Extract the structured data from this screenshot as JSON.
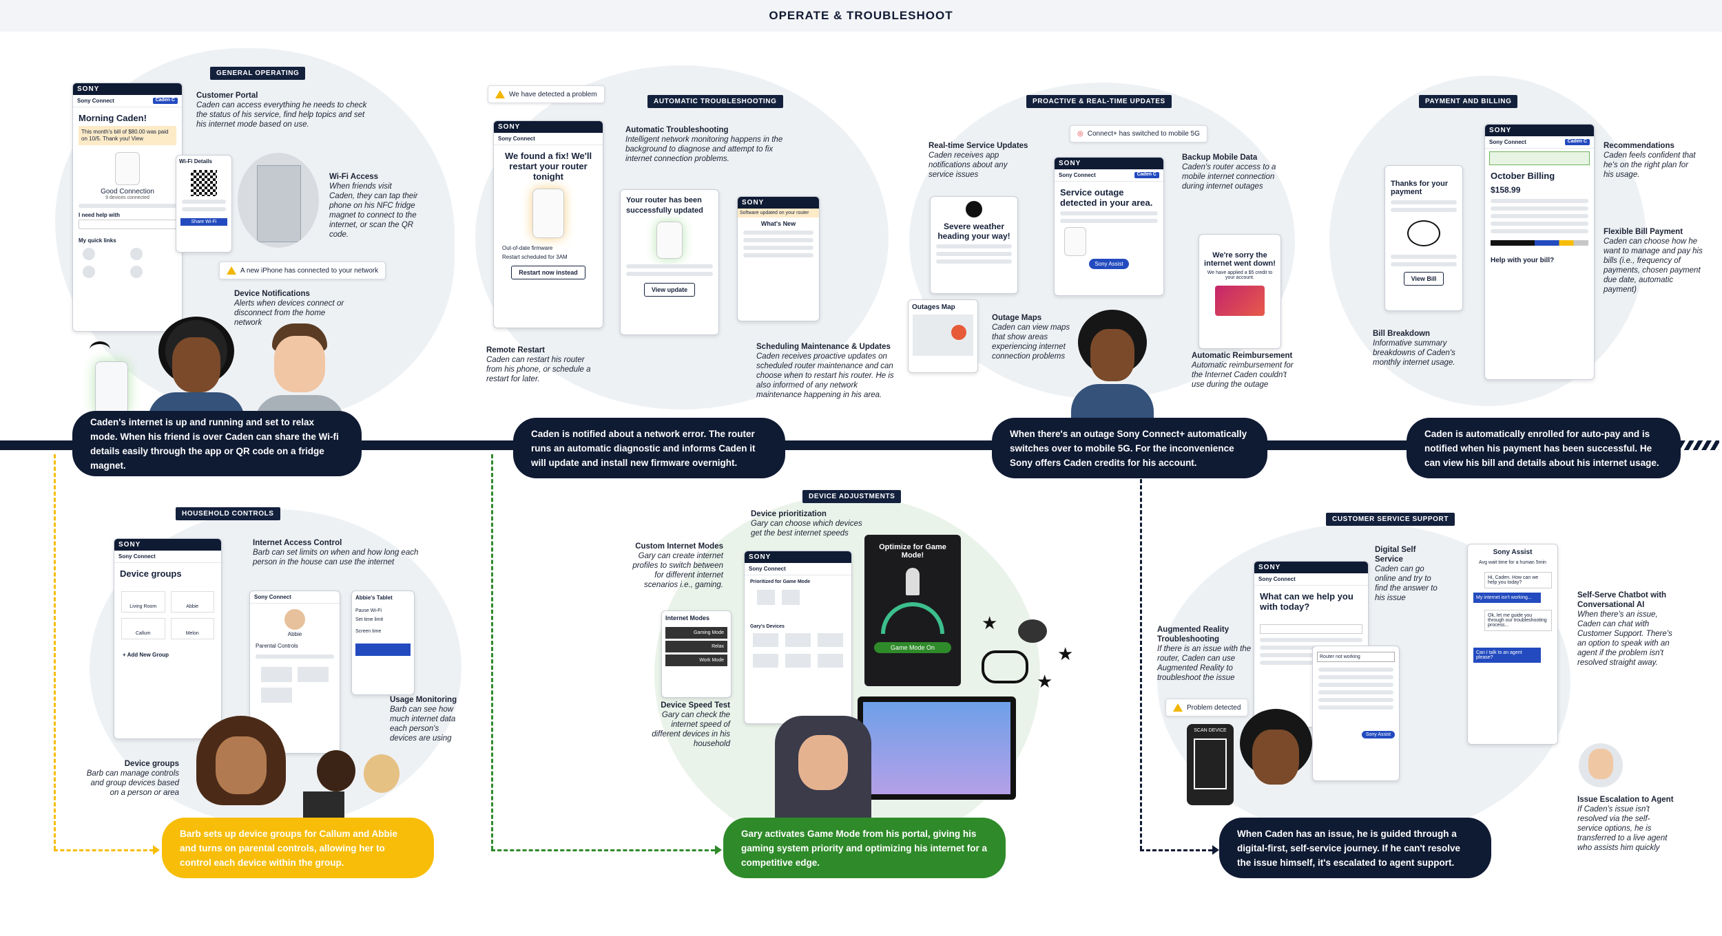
{
  "title": "OPERATE & TROUBLESHOOT",
  "colors": {
    "navy": "#0f1a33",
    "yellow": "#f7bd08",
    "green": "#2f8a2a",
    "blob": "#eef1f4"
  },
  "sections": {
    "general_operating": "GENERAL OPERATING",
    "automatic_troubleshooting": "AUTOMATIC TROUBLESHOOTING",
    "proactive": "PROACTIVE & REAL-TIME UPDATES",
    "payment": "PAYMENT AND BILLING",
    "household": "HOUSEHOLD CONTROLS",
    "device_adjustments": "DEVICE ADJUSTMENTS",
    "customer_service": "CUSTOMER SERVICE SUPPORT"
  },
  "notes": {
    "customer_portal": {
      "title": "Customer Portal",
      "text": "Caden can access  everything he needs to check the status of his service, find help topics and set his internet mode based on use."
    },
    "wifi_access": {
      "title": "Wi-Fi Access",
      "text": "When friends visit Caden, they can tap their phone on his NFC fridge magnet to connect to the internet, or scan the QR code."
    },
    "device_notifications": {
      "title": "Device Notifications",
      "text": "Alerts when devices connect or disconnect from the home network"
    },
    "auto_troubleshooting": {
      "title": "Automatic Troubleshooting",
      "text": "Intelligent network monitoring happens in the background to diagnose and attempt to fix internet connection problems."
    },
    "remote_restart": {
      "title": "Remote Restart",
      "text": "Caden can restart his router from his phone, or schedule a restart for later."
    },
    "scheduling": {
      "title": "Scheduling Maintenance & Updates",
      "text": "Caden receives proactive updates on scheduled router maintenance and can choose when to restart his router. He is also informed of any network maintenance happening in his area."
    },
    "realtime": {
      "title": "Real-time Service Updates",
      "text": "Caden receives app notifications about any service issues"
    },
    "backup_mobile": {
      "title": "Backup Mobile Data",
      "text": "Caden's router access to a mobile internet connection during internet outages"
    },
    "outage_maps": {
      "title": "Outage Maps",
      "text": "Caden can view maps that show areas experiencing internet connection problems"
    },
    "auto_reimburse": {
      "title": "Automatic Reimbursement",
      "text": "Automatic reimbursement for the Internet Caden couldn't use during the outage"
    },
    "recommendations": {
      "title": "Recommendations",
      "text": "Caden feels confident that he's on the right plan for his usage."
    },
    "flexible_bill": {
      "title": "Flexible Bill Payment",
      "text": "Caden can choose how he want to manage and pay his bills (i.e., frequency of payments, chosen payment due date, automatic payment)"
    },
    "bill_breakdown": {
      "title": "Bill Breakdown",
      "text": "Informative summary breakdowns of Caden's monthly internet usage."
    },
    "internet_access_control": {
      "title": "Internet Access Control",
      "text": "Barb can set limits on when and how long each person in the house can use the internet"
    },
    "usage_monitoring": {
      "title": "Usage Monitoring",
      "text": "Barb can see how much internet data each person's devices are using"
    },
    "device_groups": {
      "title": "Device groups",
      "text": "Barb can manage controls and group devices based on a person or area"
    },
    "custom_modes": {
      "title": "Custom Internet Modes",
      "text": "Gary can create internet profiles to switch between for different internet scenarios i.e., gaming."
    },
    "device_prioritization": {
      "title": "Device prioritization",
      "text": "Gary can choose which devices get the best internet speeds"
    },
    "speed_test": {
      "title": "Device Speed Test",
      "text": "Gary can check the internet speed of different devices in his household"
    },
    "digital_self": {
      "title": "Digital Self Service",
      "text": "Caden can go online and try to find the answer to his issue"
    },
    "ar_troubleshooting": {
      "title": "Augmented Reality Troubleshooting",
      "text": "If there is an issue with the router, Caden can use Augmented Reality to troubleshoot the issue"
    },
    "chatbot": {
      "title": "Self-Serve Chatbot with Conversational AI",
      "text": "When there's an issue, Caden can chat with Customer Support. There's an option to speak with an agent if the problem isn't resolved straight away."
    },
    "escalation": {
      "title": "Issue Escalation to Agent",
      "text": "If Caden's issue isn't resolved via the self-service options, he is transferred to a live agent who assists him quickly"
    }
  },
  "notifications": {
    "new_iphone": "A new iPhone has connected to your network",
    "problem": "We have detected a problem",
    "switched": "Connect+ has switched to mobile 5G",
    "problem_detected": "Problem detected"
  },
  "screens": {
    "brand": "SONY",
    "app": "Sony Connect",
    "account": "Caden C",
    "morning": "Morning Caden!",
    "bill_notice": "This month's bill of $80.00 was paid on 10/5. Thank you! View",
    "good_connection": "Good Connection",
    "devices_connected": "9 devices connected",
    "need_help": "I need help with",
    "my_quick_links": "My quick links",
    "wifi_details": "Wi-Fi Details",
    "share_wifi": "Share Wi-Fi",
    "fix_title": "We found a fix! We'll restart your router tonight",
    "out_of_date": "Out-of-date firmware",
    "restart_scheduled": "Restart scheduled for 3AM",
    "restart_now": "Restart now instead",
    "updated_title": "Your router has been successfully updated",
    "view_update": "View update",
    "firmware_updated": "Software updated on your router",
    "whats_new": "What's New",
    "outage_title": "Service outage detected in your area.",
    "sony_assist": "Sony Assist",
    "weather_title": "Severe weather heading your way!",
    "outages_map": "Outages Map",
    "sorry_title": "We're sorry the internet went down!",
    "sorry_text": "We have applied a $5 credit to your account.",
    "thanks_payment": "Thanks for your payment",
    "view_bill": "View Bill",
    "october_billing": "October Billing",
    "amount": "$158.99",
    "help_bill": "Help with your bill?",
    "device_groups": "Device groups",
    "living_room": "Living Room",
    "abbie": "Abbie",
    "callum": "Callum",
    "melon": "Melon",
    "add_group": "+ Add New Group",
    "parental_controls": "Parental Controls",
    "abbies_tablet": "Abbie's Tablet",
    "pause_wifi": "Pause Wi-Fi",
    "set_time_limit": "Set time limit",
    "screen_time": "Screen time",
    "internet_modes": "Internet Modes",
    "gaming_mode": "Gaming Mode",
    "relax": "Relax",
    "work_mode": "Work Mode",
    "prioritized": "Prioritized for Game Mode",
    "garys_devices": "Gary's Devices",
    "optimize": "Optimize for Game Mode!",
    "game_mode_on": "Game Mode On",
    "help_today": "What can we help you with today?",
    "router_not_working": "Router not working",
    "scan_device": "SCAN DEVICE",
    "avg_wait": "Avg wait time for a human 5min",
    "chat1": "Hi, Caden. How can we help you today?",
    "chat2": "My internet isn't working...",
    "chat3": "Ok, let me guide you through our troubleshooting process...",
    "chat4": "Can I talk to an agent please?"
  },
  "pills": {
    "p1": "Caden's internet is up and running and set to relax mode. When his friend is over Caden can share the Wi-fi details easily through the app or QR code on a fridge magnet.",
    "p2": "Caden is notified about a network error. The router runs an automatic diagnostic and informs Caden it will update and install new firmware overnight.",
    "p3": "When there's an outage Sony Connect+ automatically switches over to mobile 5G. For the inconvenience Sony offers Caden credits for his account.",
    "p4": "Caden is automatically enrolled for auto-pay and is notified when his payment has been successful. He can view his bill and details about his internet usage.",
    "p5": "Barb sets up device groups for Callum and Abbie and turns on parental controls, allowing her to control each device within the group.",
    "p6": "Gary activates Game Mode from his portal, giving his gaming system priority and optimizing his internet for a competitive edge.",
    "p7": "When Caden has an issue, he is guided through a digital-first, self-service journey. If he can't resolve the issue himself, it's escalated to agent support."
  }
}
